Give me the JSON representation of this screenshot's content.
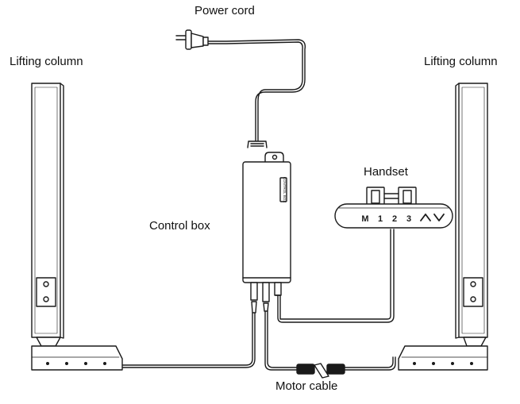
{
  "labels": {
    "power_cord": "Power cord",
    "lifting_column_left": "Lifting column",
    "lifting_column_right": "Lifting column",
    "handset": "Handset",
    "control_box": "Control box",
    "motor_cable": "Motor cable"
  },
  "handset_buttons": [
    "M",
    "1",
    "2",
    "3"
  ],
  "control_box_logo": "CONTROL BOX",
  "colors": {
    "line": "#1a1a1a",
    "fill": "#ffffff",
    "shade": "#efefef"
  }
}
